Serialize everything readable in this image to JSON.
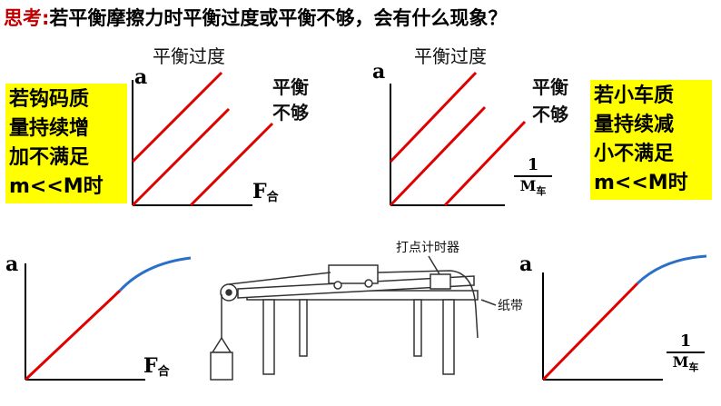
{
  "title": {
    "lead": "思考:",
    "text": "若平衡摩擦力时平衡过度或平衡不够，会有什么现象？"
  },
  "graph_left": {
    "over_label": "平衡过度",
    "under_label_1": "平衡",
    "under_label_2": "不够",
    "y_axis": "a",
    "x_axis": "F",
    "x_sub": "合"
  },
  "graph_right": {
    "over_label": "平衡过度",
    "under_label_1": "平衡",
    "under_label_2": "不够",
    "y_axis": "a",
    "x_num": "1",
    "x_den": "M",
    "x_den_sub": "车"
  },
  "note_left": {
    "lines": [
      "若钩码质",
      "量持续增",
      "加不满足",
      "m<<M时"
    ]
  },
  "note_right": {
    "lines": [
      "若小车质",
      "量持续减",
      "小不满足",
      "m<<M时"
    ]
  },
  "apparatus": {
    "timer_label": "打点计时器",
    "tape_label": "纸带"
  },
  "bottom_left": {
    "y_axis": "a",
    "x_axis": "F",
    "x_sub": "合"
  },
  "bottom_right": {
    "y_axis": "a",
    "x_num": "1",
    "x_den": "M",
    "x_den_sub": "车"
  },
  "colors": {
    "line_red": "#e00000",
    "curve_blue": "#2a6fc9",
    "highlight": "#ffff00",
    "title_accent": "#c00000"
  }
}
